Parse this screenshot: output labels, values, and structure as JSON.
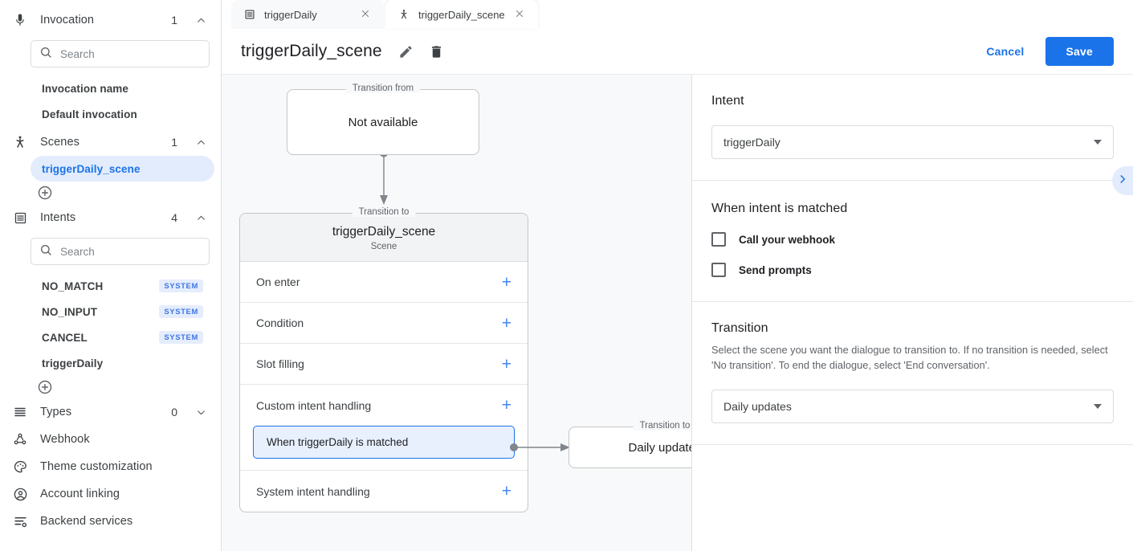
{
  "sidebar": {
    "sections": [
      {
        "icon": "microphone-icon",
        "label": "Invocation",
        "count": "1",
        "chevron": "up"
      },
      {
        "icon": "scene-icon",
        "label": "Scenes",
        "count": "1",
        "chevron": "up"
      },
      {
        "icon": "intent-list-icon",
        "label": "Intents",
        "count": "4",
        "chevron": "up"
      },
      {
        "icon": "types-icon",
        "label": "Types",
        "count": "0",
        "chevron": "down"
      }
    ],
    "invocation_search_placeholder": "Search",
    "invocation_items": [
      {
        "label": "Invocation name"
      },
      {
        "label": "Default invocation"
      }
    ],
    "scene_items": [
      {
        "label": "triggerDaily_scene",
        "active": true
      }
    ],
    "intents_search_placeholder": "Search",
    "intent_items": [
      {
        "label": "NO_MATCH",
        "badge": "SYSTEM"
      },
      {
        "label": "NO_INPUT",
        "badge": "SYSTEM"
      },
      {
        "label": "CANCEL",
        "badge": "SYSTEM"
      },
      {
        "label": "triggerDaily",
        "badge": ""
      }
    ],
    "footer_items": [
      {
        "icon": "webhook-icon",
        "label": "Webhook"
      },
      {
        "icon": "palette-icon",
        "label": "Theme customization"
      },
      {
        "icon": "account-icon",
        "label": "Account linking"
      },
      {
        "icon": "backend-services-icon",
        "label": "Backend services"
      }
    ],
    "add_scene_title": "Add scene",
    "add_intent_title": "Add intent"
  },
  "tabs": [
    {
      "icon": "intent-list-icon",
      "label": "triggerDaily",
      "active": false
    },
    {
      "icon": "scene-icon",
      "label": "triggerDaily_scene",
      "active": true
    }
  ],
  "header": {
    "title": "triggerDaily_scene",
    "edit_title": "Rename",
    "delete_title": "Delete",
    "cancel_label": "Cancel",
    "save_label": "Save"
  },
  "canvas": {
    "transition_from_legend": "Transition from",
    "transition_from_value": "Not available",
    "transition_to_legend": "Transition to",
    "scene_card": {
      "name": "triggerDaily_scene",
      "subtitle": "Scene",
      "rows": [
        {
          "label": "On enter",
          "plus": "+"
        },
        {
          "label": "Condition",
          "plus": "+"
        },
        {
          "label": "Slot filling",
          "plus": "+"
        },
        {
          "label": "Custom intent handling",
          "plus": "+"
        },
        {
          "label": "System intent handling",
          "plus": "+"
        }
      ],
      "selected_handler": "When triggerDaily is matched"
    },
    "target_legend": "Transition to",
    "target_value": "Daily updates"
  },
  "panel": {
    "intent": {
      "title": "Intent",
      "selected": "triggerDaily"
    },
    "when_matched": {
      "title": "When intent is matched",
      "options": [
        {
          "label": "Call your webhook",
          "checked": false
        },
        {
          "label": "Send prompts",
          "checked": false
        }
      ]
    },
    "transition": {
      "title": "Transition",
      "description": "Select the scene you want the dialogue to transition to. If no transition is needed, select 'No transition'. To end the dialogue, select 'End conversation'.",
      "selected": "Daily updates"
    },
    "collapse_title": "Collapse panel"
  },
  "colors": {
    "accent": "#1a73e8",
    "accent_light": "#e3ecfd",
    "canvas_bg": "#f8f9fb",
    "border": "#dadce0",
    "text": "#202124",
    "text_muted": "#5f6368"
  }
}
